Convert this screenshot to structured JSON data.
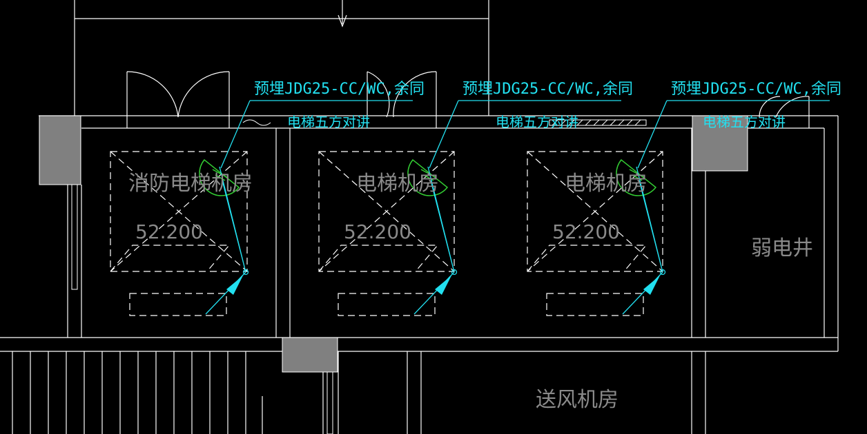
{
  "colors": {
    "background": "#000000",
    "wall": "#ffffff",
    "dashed": "#ffffff",
    "label": "#8a8a8a",
    "annotation": "#22e0f0",
    "intercom_symbol": "#33cc33",
    "column": "#808080"
  },
  "rooms": {
    "fire_elevator_room": "消防电梯机房",
    "elevator_room_2": "电梯机房",
    "elevator_room_3": "电梯机房",
    "weak_current_shaft": "弱电井",
    "air_supply_room": "送风机房"
  },
  "elevations": [
    "52.200",
    "52.200",
    "52.200"
  ],
  "annotations": {
    "conduit_note": "预埋JDG25-CC/WC,余同",
    "intercom_note": "电梯五方对讲"
  },
  "icons": {
    "intercom": "elevator-five-way-intercom-icon",
    "column": "structural-column",
    "outlet": "outlet-point-icon"
  }
}
